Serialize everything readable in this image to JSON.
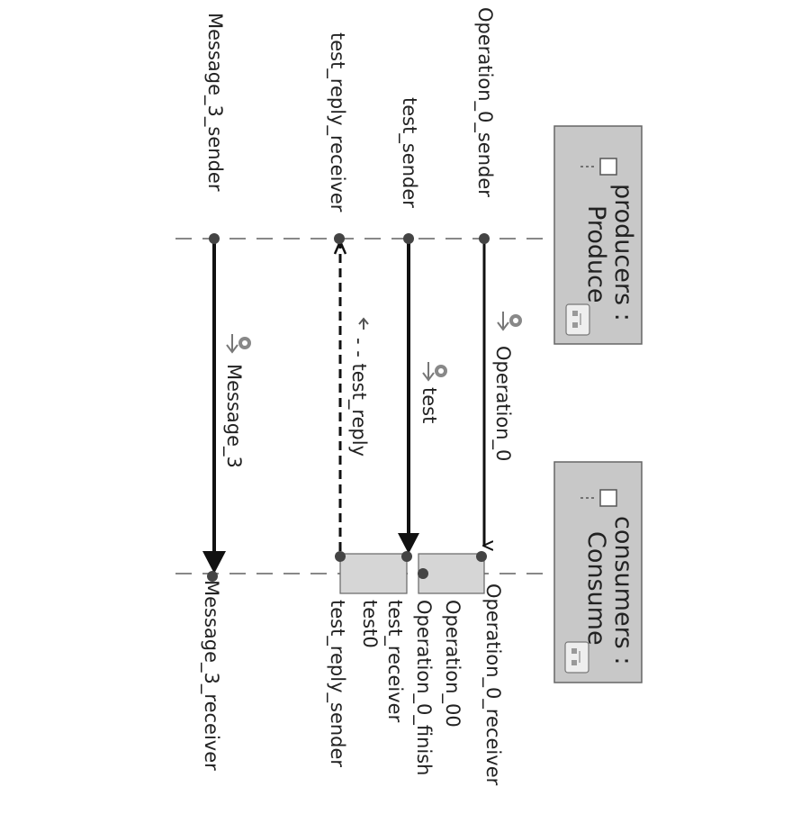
{
  "participants": {
    "producers": {
      "title": "producers :",
      "name": "Produce"
    },
    "consumers": {
      "title": "consumers :",
      "name": "Consume"
    }
  },
  "endpoints": {
    "operation_0_sender": "Operation_0_sender",
    "test_sender": "test_sender",
    "test_reply_receiver": "test_reply_receiver",
    "message_3_sender": "Message_3_sender",
    "operation_0_receiver": "Operation_0_receiver",
    "operation_00": "Operation_00",
    "operation_0_finish": "Operation_0_finish",
    "test_receiver": "test_receiver",
    "test0": "test0",
    "test_reply_sender": "test_reply_sender",
    "message_3_receiver": "Message_3_receiver"
  },
  "messages": {
    "operation_0": "Operation_0",
    "test": "test",
    "test_reply": "test_reply",
    "message_3": "Message_3"
  }
}
